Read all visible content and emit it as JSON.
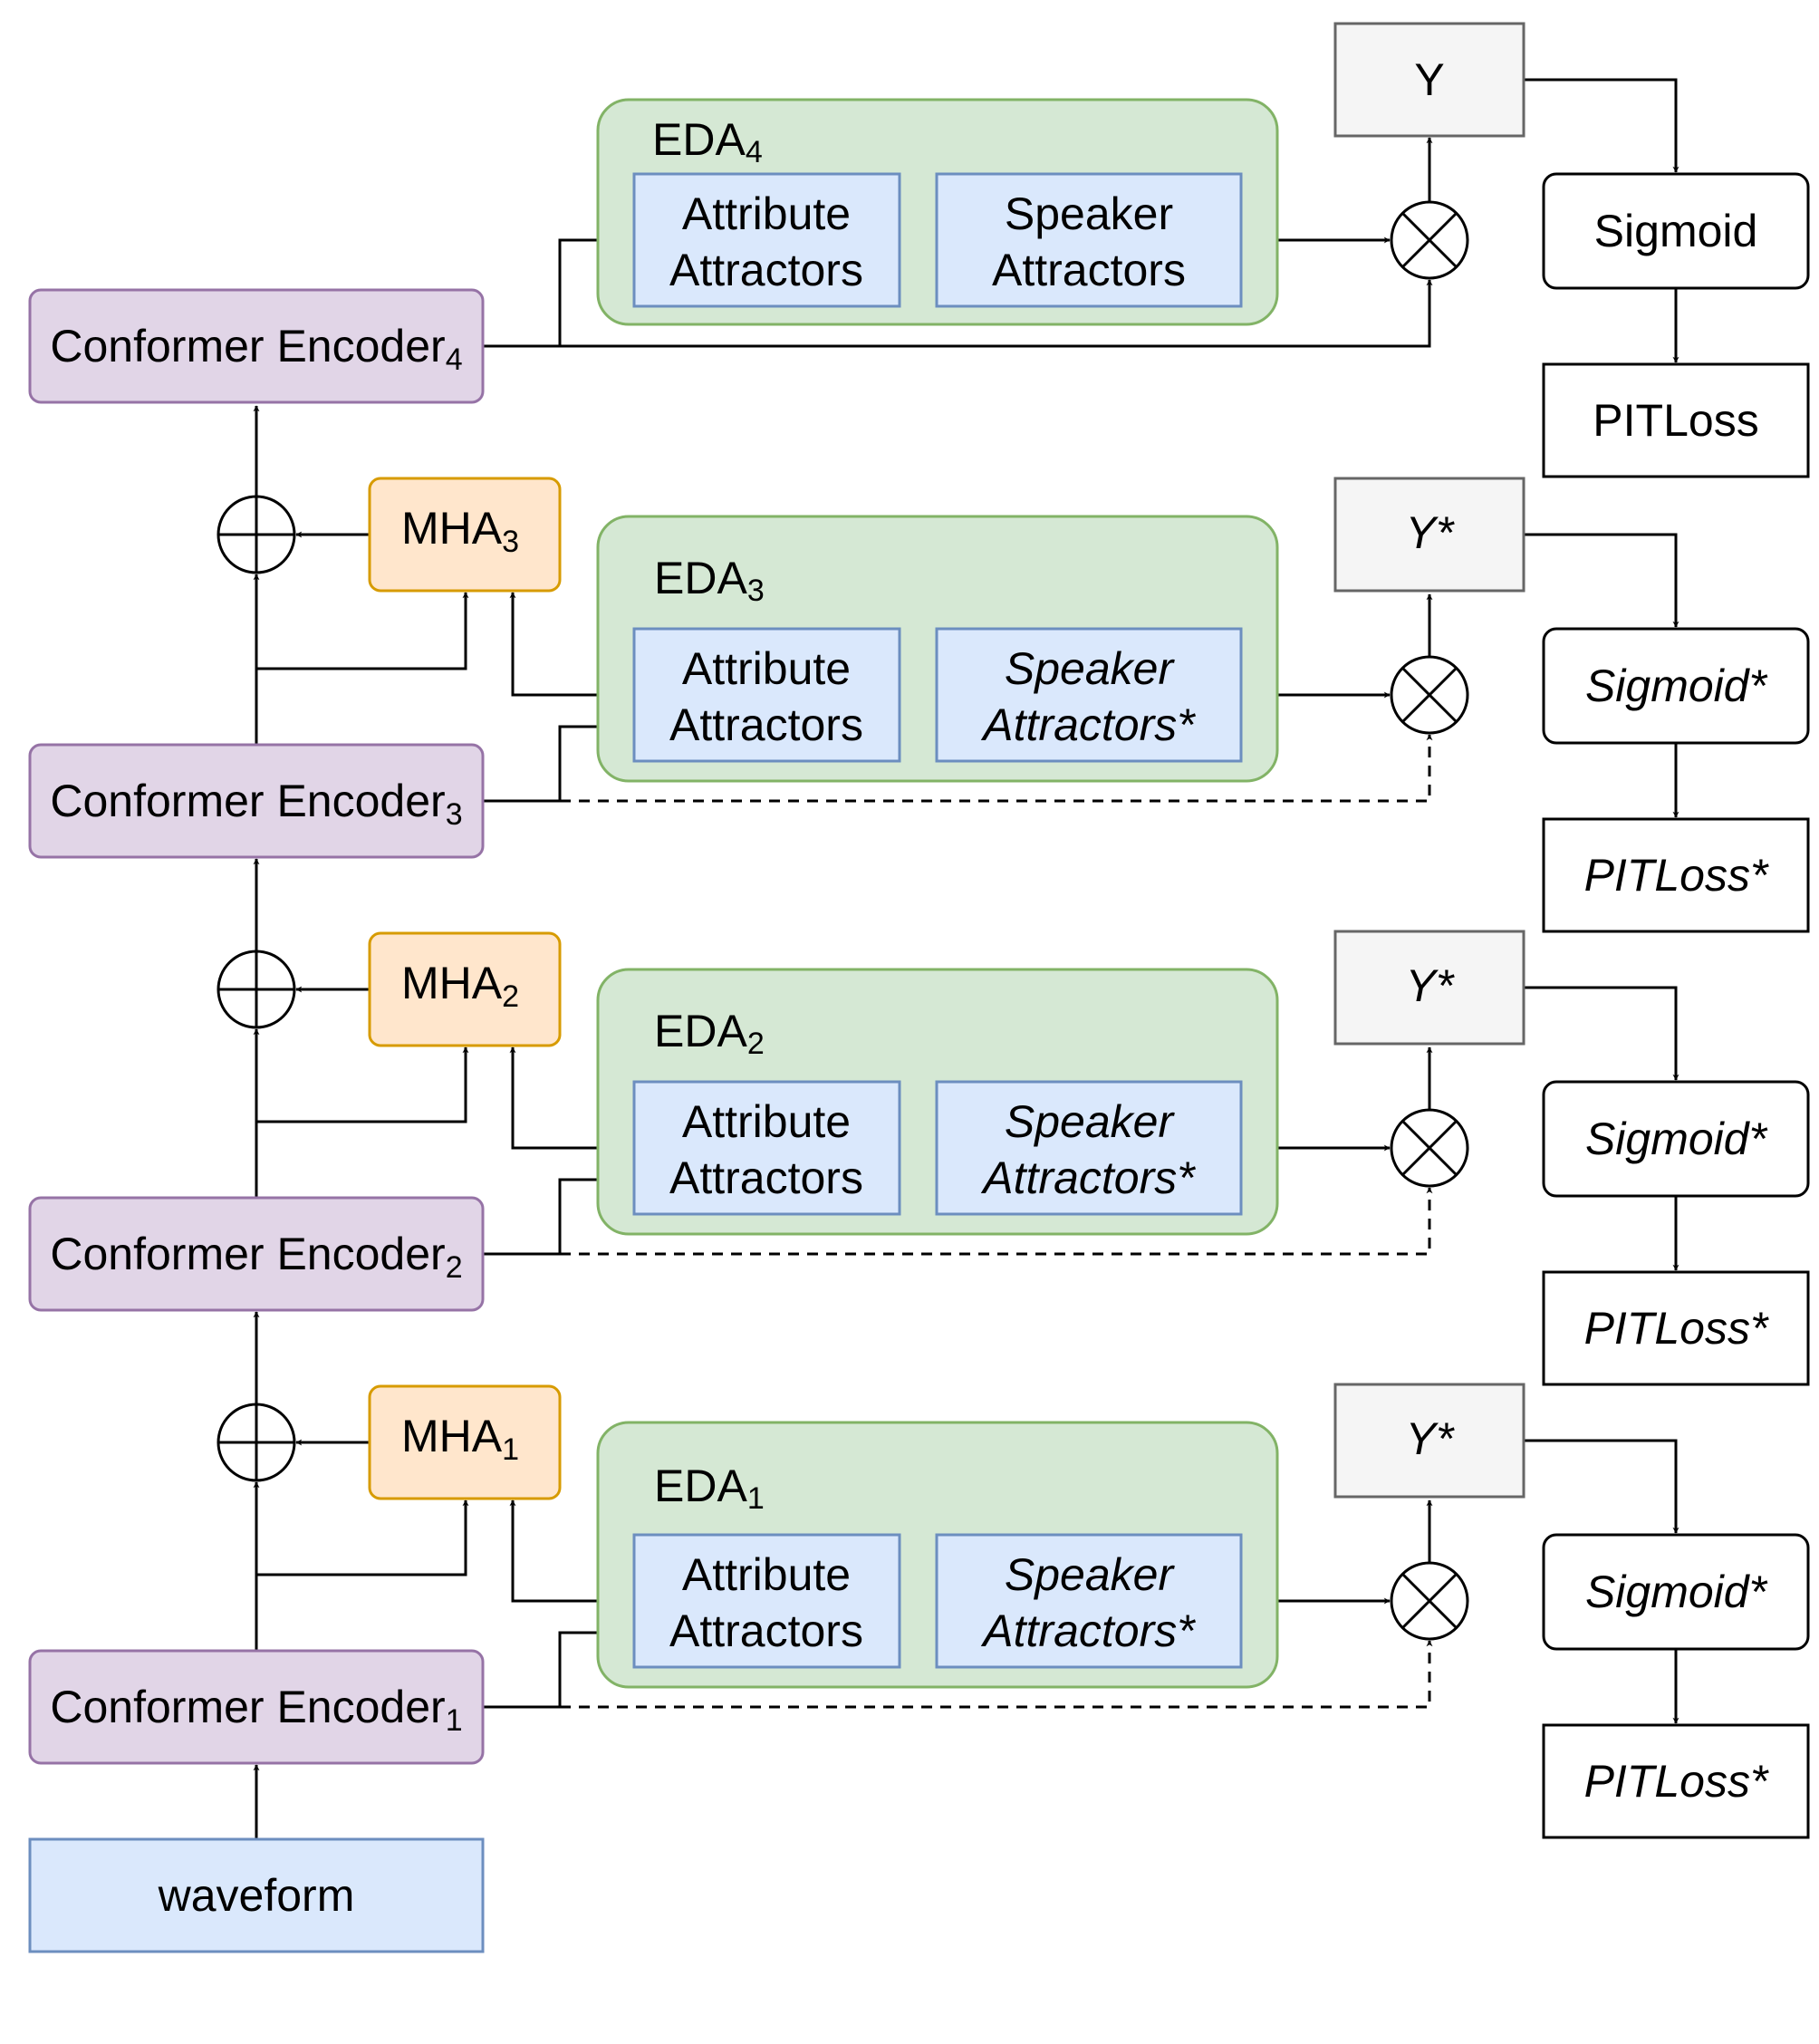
{
  "input": {
    "label": "waveform"
  },
  "encoders": [
    {
      "label": "Conformer Encoder",
      "sub": "1"
    },
    {
      "label": "Conformer Encoder",
      "sub": "2"
    },
    {
      "label": "Conformer Encoder",
      "sub": "3"
    },
    {
      "label": "Conformer Encoder",
      "sub": "4"
    }
  ],
  "mha": [
    {
      "label": "MHA",
      "sub": "1"
    },
    {
      "label": "MHA",
      "sub": "2"
    },
    {
      "label": "MHA",
      "sub": "3"
    }
  ],
  "eda": [
    {
      "label": "EDA",
      "sub": "1",
      "attr_l1": "Attribute",
      "attr_l2": "Attractors",
      "spk_l1": "Speaker",
      "spk_l2": "Attractors*",
      "y": "Y*",
      "sigmoid": "Sigmoid*",
      "loss": "PITLoss*"
    },
    {
      "label": "EDA",
      "sub": "2",
      "attr_l1": "Attribute",
      "attr_l2": "Attractors",
      "spk_l1": "Speaker",
      "spk_l2": "Attractors*",
      "y": "Y*",
      "sigmoid": "Sigmoid*",
      "loss": "PITLoss*"
    },
    {
      "label": "EDA",
      "sub": "3",
      "attr_l1": "Attribute",
      "attr_l2": "Attractors",
      "spk_l1": "Speaker",
      "spk_l2": "Attractors*",
      "y": "Y*",
      "sigmoid": "Sigmoid*",
      "loss": "PITLoss*"
    },
    {
      "label": "EDA",
      "sub": "4",
      "attr_l1": "Attribute",
      "attr_l2": "Attractors",
      "spk_l1": "Speaker",
      "spk_l2": "Attractors",
      "y": "Y",
      "sigmoid": "Sigmoid",
      "loss": "PITLoss"
    }
  ],
  "colors": {
    "encoder_fill": "#e1d5e7",
    "encoder_stroke": "#9673a6",
    "mha_fill": "#ffe6cc",
    "mha_stroke": "#d79b00",
    "eda_fill": "#d5e8d4",
    "eda_stroke": "#82b366",
    "attr_fill": "#dae8fc",
    "attr_stroke": "#6c8ebf",
    "y_fill": "#f5f5f5",
    "y_stroke": "#666666"
  }
}
